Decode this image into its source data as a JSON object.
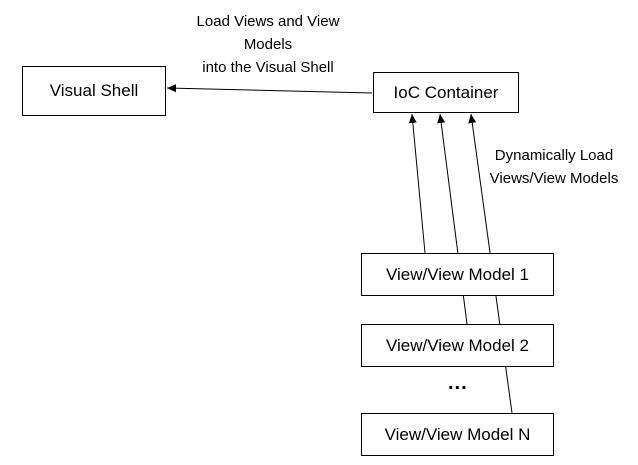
{
  "nodes": {
    "visual_shell": "Visual Shell",
    "ioc_container": "IoC Container",
    "view_model_1": "View/View Model 1",
    "view_model_2": "View/View Model 2",
    "view_model_n": "View/View Model N"
  },
  "labels": {
    "load_views": [
      "Load Views and View",
      "Models",
      "into the Visual Shell"
    ],
    "dynamic_load": [
      "Dynamically Load",
      "Views/View Models"
    ]
  },
  "ellipsis": "...",
  "colors": {
    "stroke": "#000000",
    "background": "#ffffff"
  }
}
